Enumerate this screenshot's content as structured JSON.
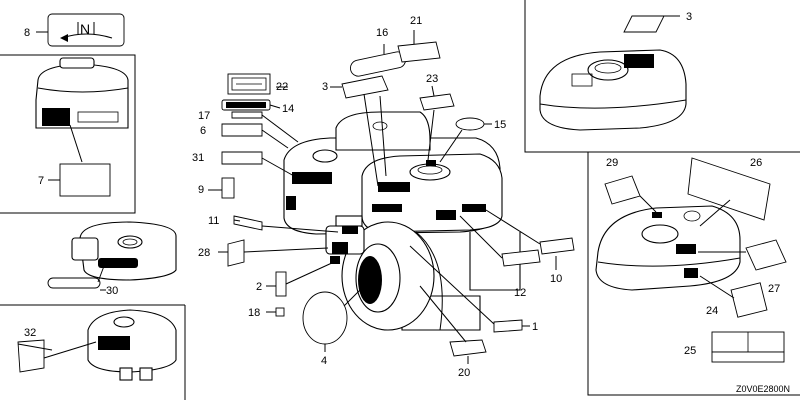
{
  "diagram": {
    "part_code": "Z0V0E2800N",
    "callouts": [
      "1",
      "2",
      "3",
      "3",
      "4",
      "6",
      "7",
      "8",
      "9",
      "10",
      "11",
      "12",
      "14",
      "15",
      "16",
      "17",
      "18",
      "20",
      "21",
      "22",
      "23",
      "24",
      "25",
      "26",
      "27",
      "28",
      "29",
      "30",
      "31",
      "32"
    ]
  }
}
